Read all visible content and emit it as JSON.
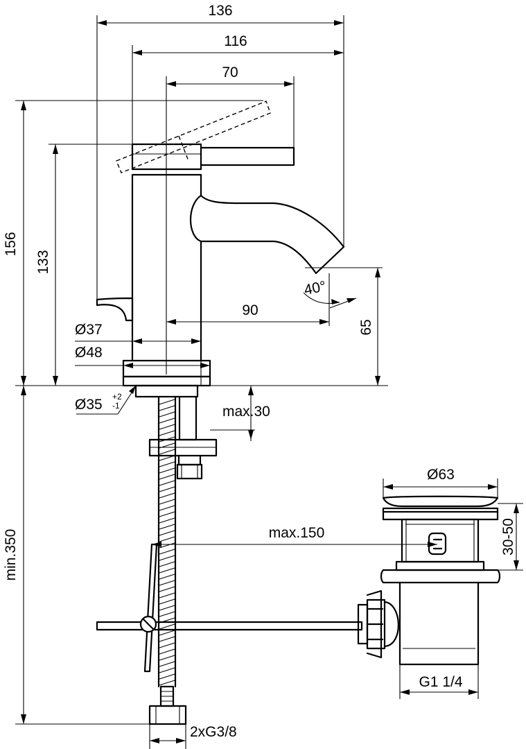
{
  "dimensions": {
    "width_overall": "136",
    "width_body": "116",
    "lever_length": "70",
    "height_overall": "156",
    "height_lever": "133",
    "spout_reach": "90",
    "spout_height": "65",
    "spout_angle": "40°",
    "body_diameter": "Ø37",
    "base_diameter": "Ø48",
    "hole_diameter": "Ø35",
    "hole_tol_plus": "+2",
    "hole_tol_minus": "-1",
    "max_deck": "max.30",
    "hose_length": "min.350",
    "drain_diameter": "Ø63",
    "drain_height": "30-50",
    "rod_length": "max.150",
    "drain_thread": "G1 1/4",
    "hose_thread": "2xG3/8"
  }
}
